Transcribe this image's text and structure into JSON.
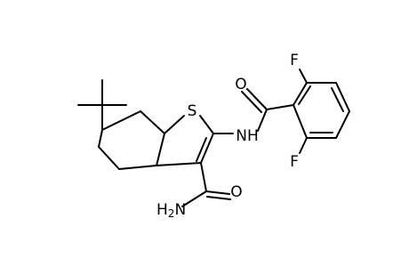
{
  "atoms": {
    "S": "S",
    "NH": "NH",
    "O_amide_top": "O",
    "F_top": "F",
    "F_bottom": "F",
    "O_carboxamide": "O",
    "NH2_N": "H",
    "NH2_sub": "2",
    "NH2_tail": "N"
  }
}
